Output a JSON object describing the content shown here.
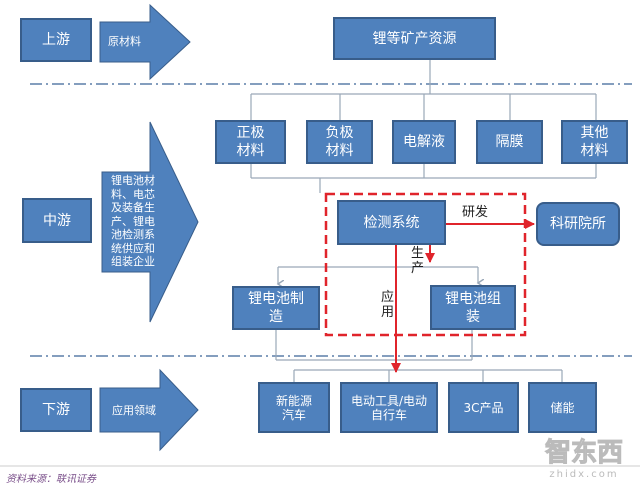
{
  "stages": {
    "upstream": {
      "label": "上游",
      "desc": "原材料"
    },
    "midstream": {
      "label": "中游",
      "desc": "锂电池材料、电芯及装备生产、锂电池检测系统供应和组装企业"
    },
    "downstream": {
      "label": "下游",
      "desc": "应用领域"
    }
  },
  "resource": "锂等矿产资源",
  "materials": [
    "正极材料",
    "负极材料",
    "电解液",
    "隔膜",
    "其他材料"
  ],
  "detection": "检测系统",
  "research": "科研院所",
  "manufacture": "锂电池制造",
  "assembly": "锂电池组装",
  "edge_labels": {
    "rd": "研发",
    "production": "生产",
    "application": "应用"
  },
  "applications": [
    "新能源汽车",
    "电动工具/电动自行车",
    "3C产品",
    "储能"
  ],
  "source": "资料来源：联讯证券",
  "watermark": {
    "logo": "智东西",
    "url": "zhidx.com"
  },
  "colors": {
    "box": "#4f81bd",
    "border": "#385d8a",
    "highlight": "#e0242b"
  }
}
